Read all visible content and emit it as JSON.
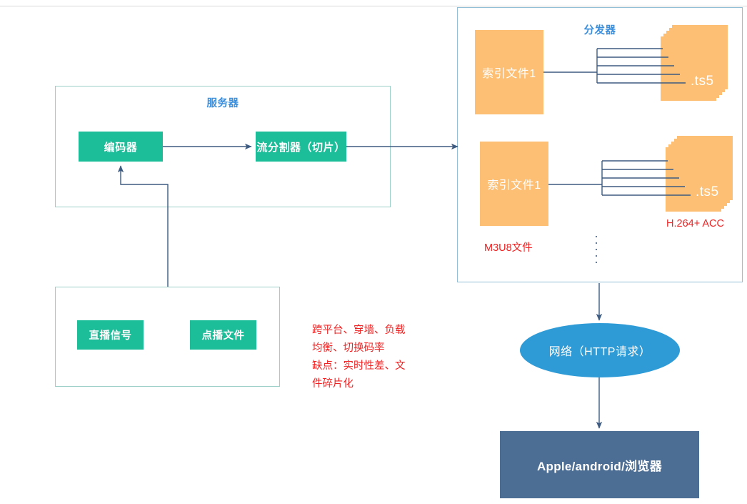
{
  "diagram": {
    "title_server": "服务器",
    "title_distributor": "分发器",
    "server": {
      "encoder": "编码器",
      "slicer": "流分割器（切片）"
    },
    "sources": {
      "live": "直播信号",
      "vod": "点播文件"
    },
    "distributor": {
      "rows": [
        {
          "index_file": "索引文件1",
          "ts_label": ".ts5"
        },
        {
          "index_file": "索引文件1",
          "ts_label": ".ts5"
        }
      ],
      "m3u8_label": "M3U8文件",
      "codec_label": "H.264+ ACC",
      "continuation": "⋮"
    },
    "network": "网络（HTTP请求）",
    "client": "Apple/android/浏览器",
    "notes": {
      "pros": "跨平台、穿墙、负载\n均衡、切换码率",
      "cons": "缺点：实时性差、文\n件碎片化"
    },
    "colors": {
      "green": "#1cbe9a",
      "orange": "#fcbf74",
      "blue": "#2e9bd6",
      "slate": "#4d6e94",
      "red": "#ee2222",
      "title_blue": "#3b8fdd",
      "wire": "#3d5a80",
      "border_teal": "#9dcfc9",
      "border_blue": "#93bfd6"
    }
  }
}
